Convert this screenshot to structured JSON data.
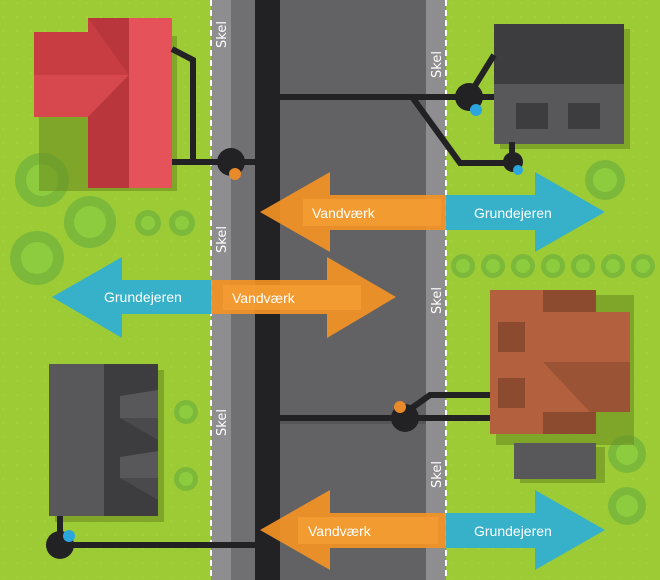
{
  "diagram": {
    "title": "Vandforsyning: ansvarsfordeling mellem vandværk og grundejer",
    "labels": {
      "boundary": "Skel",
      "utility": "Vandværk",
      "owner": "Grundejeren"
    },
    "boundary_labels": [
      "Skel",
      "Skel",
      "Skel",
      "Skel",
      "Skel",
      "Skel"
    ],
    "arrows": [
      {
        "id": "arrow-utility-top",
        "label": "Vandværk",
        "direction": "left"
      },
      {
        "id": "arrow-owner-top",
        "label": "Grundejeren",
        "direction": "right"
      },
      {
        "id": "arrow-owner-mid",
        "label": "Grundejeren",
        "direction": "left"
      },
      {
        "id": "arrow-utility-mid",
        "label": "Vandværk",
        "direction": "right"
      },
      {
        "id": "arrow-utility-bottom",
        "label": "Vandværk",
        "direction": "left"
      },
      {
        "id": "arrow-owner-bottom",
        "label": "Grundejeren",
        "direction": "right"
      }
    ],
    "houses": [
      {
        "id": "red-house",
        "roof": "red"
      },
      {
        "id": "dark-house-top-right",
        "roof": "dark-grey"
      },
      {
        "id": "brown-house",
        "roof": "brown"
      },
      {
        "id": "dark-house-bottom-left",
        "roof": "dark-grey"
      }
    ],
    "colors": {
      "grass": "#9dcb35",
      "road": "#5f5f61",
      "sidewalk": "#8e8e90",
      "main_pipe": "#222124",
      "utility_arrow": "#f39325",
      "owner_arrow": "#36b1c9",
      "valve_utility": "#e8892a",
      "valve_owner": "#2aa6dd"
    }
  }
}
